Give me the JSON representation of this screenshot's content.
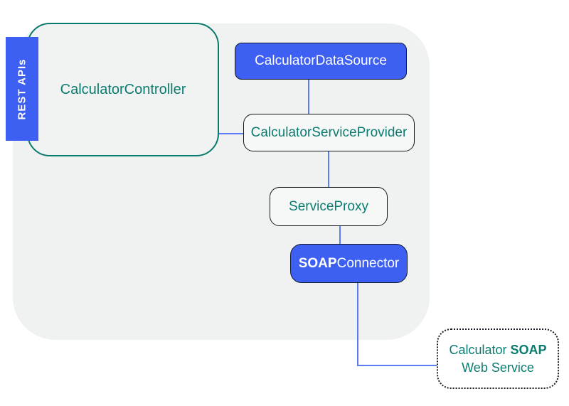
{
  "diagram": {
    "rest_apis_tag": "REST APIs",
    "nodes": {
      "calculator_controller": {
        "label": "CalculatorController"
      },
      "calculator_data_source": {
        "label": "CalculatorDataSource"
      },
      "calculator_service_provider": {
        "label": "CalculatorServiceProvider"
      },
      "service_proxy": {
        "label": "ServiceProxy"
      },
      "soap_connector": {
        "label_bold": "SOAP",
        "label_regular": "Connector"
      },
      "calculator_soap_web_service": {
        "line1_regular": "Calculator ",
        "line1_bold": "SOAP",
        "line2": "Web Service"
      }
    },
    "colors": {
      "node_blue": "#3d5ff2",
      "teal": "#0b7c70",
      "teal_border": "#0b7a6e",
      "panel_gray": "#f0f2f1",
      "connector_line_blue": "#5b7bf7",
      "dark_border": "#16161e",
      "white_text": "#ffffff"
    }
  }
}
